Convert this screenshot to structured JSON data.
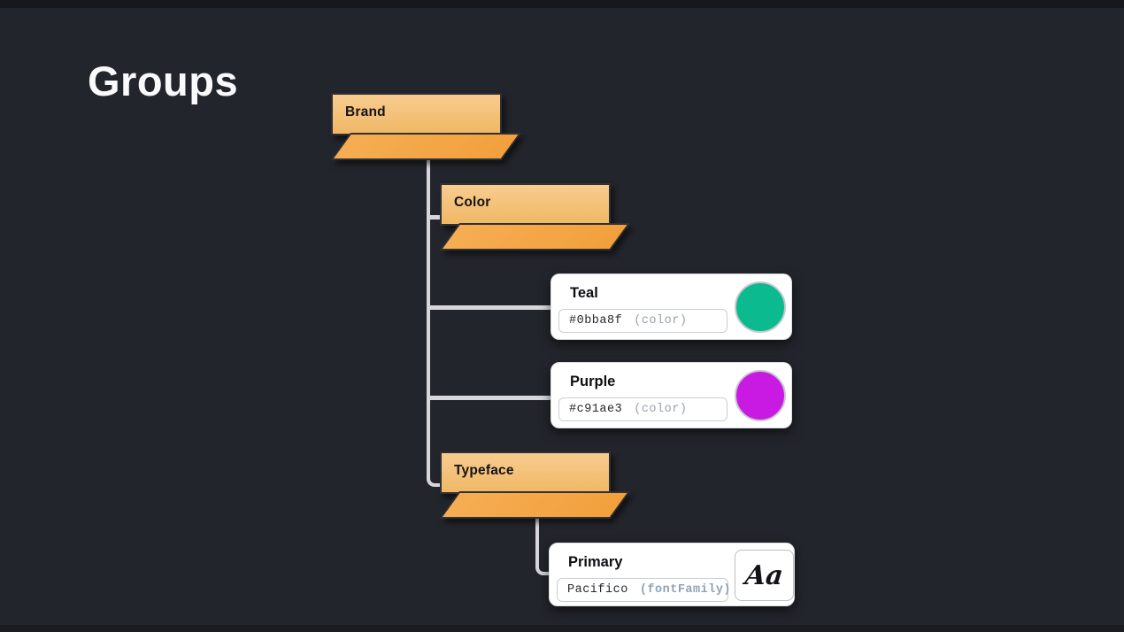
{
  "canvas": {
    "title": "Groups",
    "background": "#23252c",
    "connector_color": "#d7d7db",
    "folder_fill": "#f5c17c",
    "folder_flap_fill": "#f2a03c"
  },
  "tree": {
    "label": "Brand",
    "kind": "group",
    "children": [
      {
        "label": "Color",
        "kind": "group",
        "children": [
          {
            "name": "Teal",
            "value": "#0bba8f",
            "type": "(color)",
            "kind": "color"
          },
          {
            "name": "Purple",
            "value": "#c91ae3",
            "type": "(color)",
            "kind": "color"
          }
        ]
      },
      {
        "label": "Typeface",
        "kind": "group",
        "children": [
          {
            "name": "Primary",
            "value": "Pacifico",
            "type": "(fontFamily)",
            "kind": "fontFamily",
            "preview": "Aa"
          }
        ]
      }
    ]
  }
}
